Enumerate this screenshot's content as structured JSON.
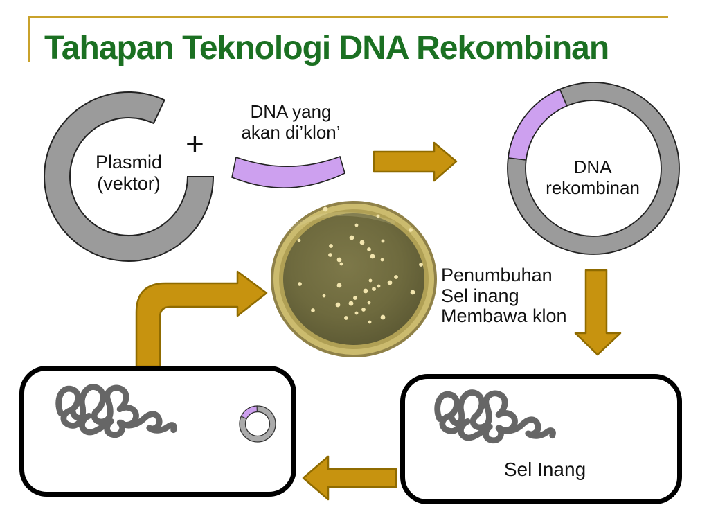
{
  "title": {
    "text": "Tahapan Teknologi DNA Rekombinan",
    "color": "#1b7022",
    "accent_line_color": "#C9A22B"
  },
  "labels": {
    "plasmid_line1": "Plasmid",
    "plasmid_line2": "(vektor)",
    "plus": "+",
    "insert_line1": "DNA yang",
    "insert_line2": "akan di’klon’",
    "recombinant_line1": "DNA",
    "recombinant_line2": "rekombinan",
    "growth_line1": "Penumbuhan",
    "growth_line2": "Sel inang",
    "growth_line3": "Membawa klon",
    "host_cell": "Sel Inang"
  },
  "colors": {
    "arrow_fill": "#C7930F",
    "arrow_outline": "#8F6B00",
    "ring_gray": "#9B9B9B",
    "ring_outline": "#222222",
    "insert_purple": "#CDA0EF",
    "chromosome_gray": "#666666",
    "dish_rim_gold": "#CBBB6E",
    "agar_olive": "#6F6B40",
    "colony_cream": "#F2E5AE",
    "cell_box_border": "#000000"
  }
}
